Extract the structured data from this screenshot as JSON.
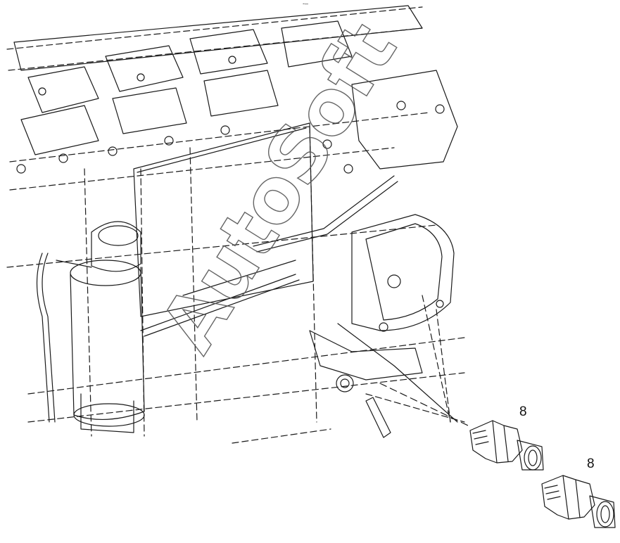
{
  "diagram": {
    "top_mark": "-–",
    "callouts": [
      {
        "id": "a",
        "label": "8"
      },
      {
        "id": "b",
        "label": "8"
      }
    ],
    "watermark": "AutoSoft",
    "stroke_color": "#1a1a1a",
    "background": "#ffffff"
  }
}
